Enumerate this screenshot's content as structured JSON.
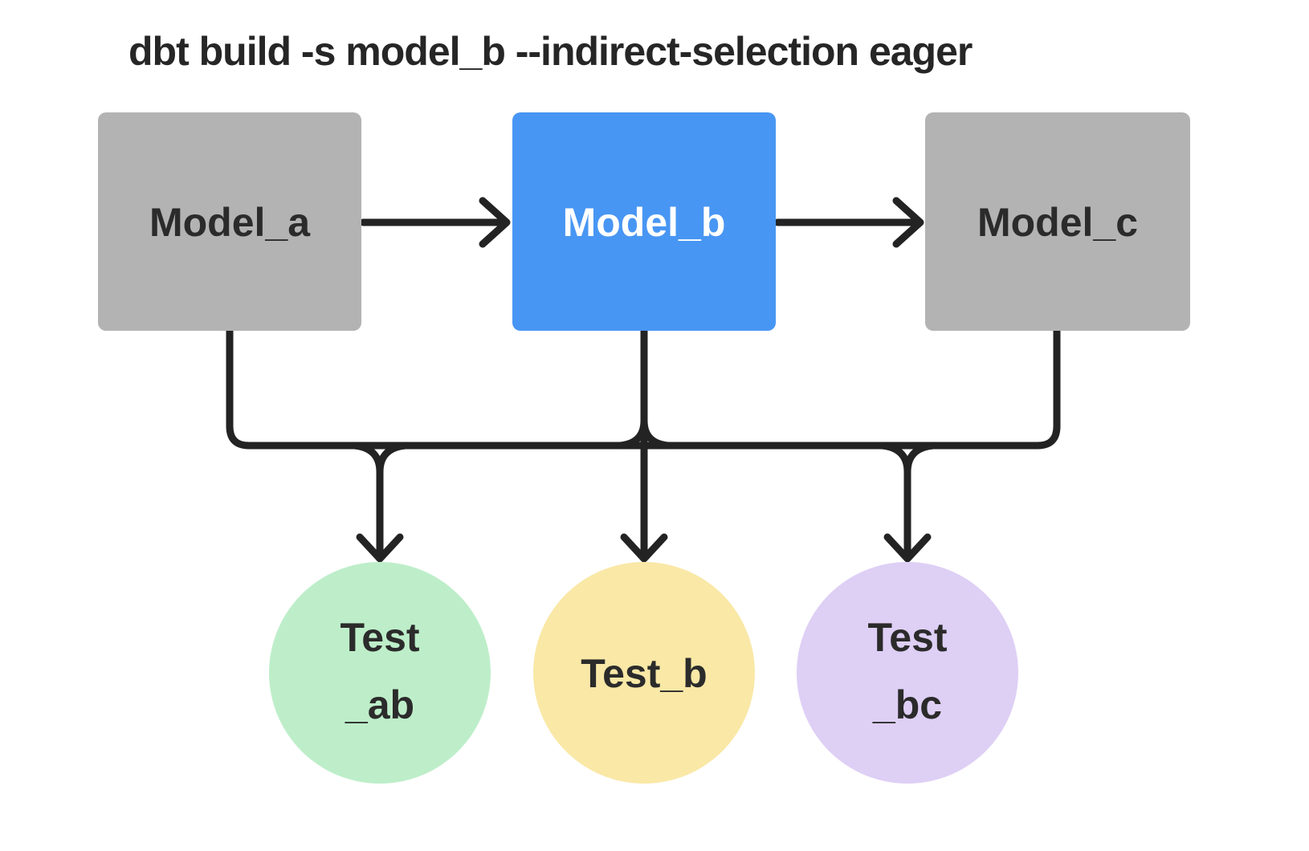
{
  "title": "dbt build -s model_b --indirect-selection eager",
  "colors": {
    "background": "#ffffff",
    "edge": "#232323",
    "title_text": "#262626",
    "node_text_dark": "#2b2b2b",
    "node_text_light": "#ffffff",
    "model_default_fill": "#b3b3b3",
    "model_selected_fill": "#4896f3",
    "test_ab_fill": "#bdeec9",
    "test_b_fill": "#f9e8a6",
    "test_bc_fill": "#decff5"
  },
  "nodes": {
    "model_a": {
      "label": "Model_a",
      "type": "model",
      "highlighted": false
    },
    "model_b": {
      "label": "Model_b",
      "type": "model",
      "highlighted": true
    },
    "model_c": {
      "label": "Model_c",
      "type": "model",
      "highlighted": false
    },
    "test_ab": {
      "label": "Test _ab",
      "line1": "Test",
      "line2": "_ab",
      "type": "test"
    },
    "test_b": {
      "label": "Test_b",
      "line1": "Test_b",
      "type": "test"
    },
    "test_bc": {
      "label": "Test _bc",
      "line1": "Test",
      "line2": "_bc",
      "type": "test"
    }
  },
  "edges": [
    {
      "from": "model_a",
      "to": "model_b",
      "style": "arrow"
    },
    {
      "from": "model_b",
      "to": "model_c",
      "style": "arrow"
    },
    {
      "from": "model_a",
      "to": "shared-rail",
      "style": "line"
    },
    {
      "from": "model_b",
      "to": "shared-rail",
      "style": "line"
    },
    {
      "from": "model_c",
      "to": "shared-rail",
      "style": "line"
    },
    {
      "from": "shared-rail",
      "to": "test_ab",
      "style": "arrow"
    },
    {
      "from": "shared-rail",
      "to": "test_b",
      "style": "arrow"
    },
    {
      "from": "shared-rail",
      "to": "test_bc",
      "style": "arrow"
    }
  ]
}
